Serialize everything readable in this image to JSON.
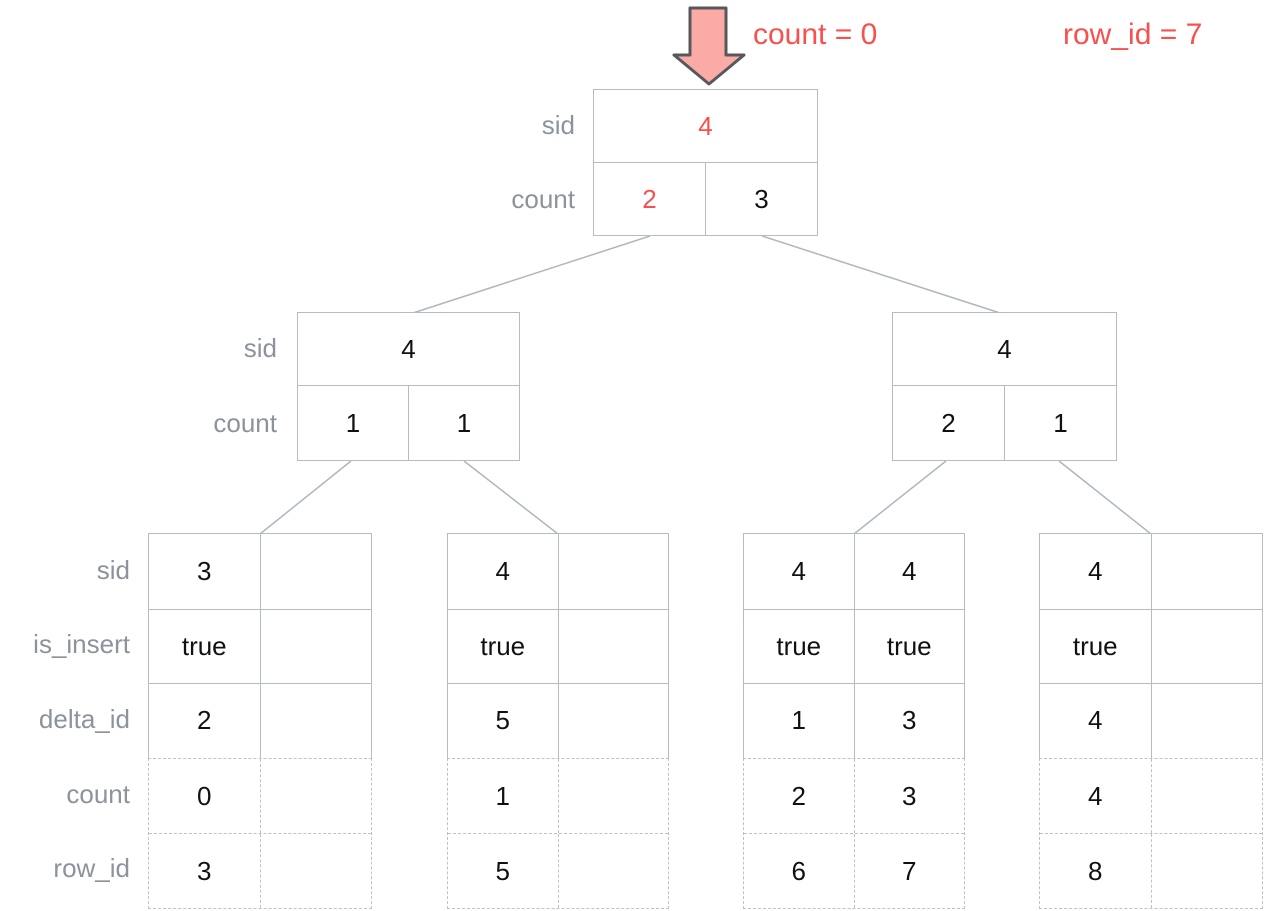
{
  "annotations": {
    "count": "count = 0",
    "row_id": "row_id = 7"
  },
  "colors": {
    "highlight_red": "#f8504d",
    "arrow_fill": "#fbaba6",
    "arrow_stroke": "#57585c",
    "border": "#b6bcc3",
    "border_dashed": "#bcc2c9",
    "label_gray": "#8d939c",
    "connector": "#aeb6c0",
    "text": "#111111"
  },
  "internal_row_labels": [
    "sid",
    "count"
  ],
  "leaf_row_labels": [
    "sid",
    "is_insert",
    "delta_id",
    "count",
    "row_id"
  ],
  "root_node": {
    "sid": "4",
    "count_left": "2",
    "count_right": "3"
  },
  "internal_nodes": [
    {
      "sid": "4",
      "count_left": "1",
      "count_right": "1"
    },
    {
      "sid": "4",
      "count_left": "2",
      "count_right": "1"
    }
  ],
  "leaves": [
    {
      "cells": [
        [
          "3",
          ""
        ],
        [
          "true",
          ""
        ],
        [
          "2",
          ""
        ],
        [
          "0",
          ""
        ],
        [
          "3",
          ""
        ]
      ]
    },
    {
      "cells": [
        [
          "4",
          ""
        ],
        [
          "true",
          ""
        ],
        [
          "5",
          ""
        ],
        [
          "1",
          ""
        ],
        [
          "5",
          ""
        ]
      ]
    },
    {
      "cells": [
        [
          "4",
          "4"
        ],
        [
          "true",
          "true"
        ],
        [
          "1",
          "3"
        ],
        [
          "2",
          "3"
        ],
        [
          "6",
          "7"
        ]
      ]
    },
    {
      "cells": [
        [
          "4",
          ""
        ],
        [
          "true",
          ""
        ],
        [
          "4",
          ""
        ],
        [
          "4",
          ""
        ],
        [
          "8",
          ""
        ]
      ]
    }
  ]
}
